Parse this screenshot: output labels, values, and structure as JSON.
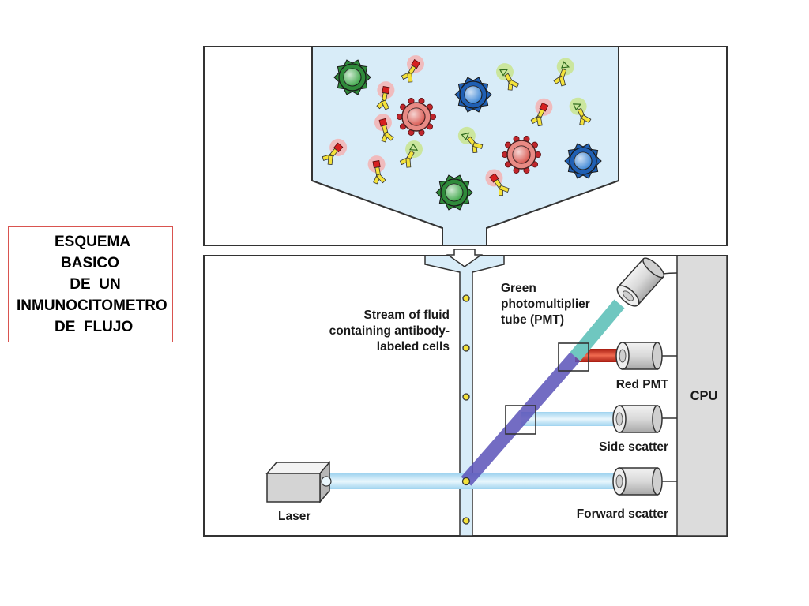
{
  "title_lines": [
    "ESQUEMA",
    "BASICO",
    " DE  UN",
    "INMUNOCITOMETRO",
    "DE  FLUJO"
  ],
  "labels": {
    "stream": [
      "Stream of fluid",
      "containing antibody-",
      "labeled cells"
    ],
    "green_pmt": [
      "Green",
      "photomultiplier",
      "tube (PMT)"
    ],
    "red_pmt": "Red PMT",
    "side_scatter": "Side scatter",
    "forward_scatter": "Forward scatter",
    "laser": "Laser",
    "cpu": "CPU"
  },
  "colors": {
    "fluid": "#d8ecf8",
    "green_cell": "#2f8a3a",
    "blue_cell": "#1f5fb3",
    "red_cell": "#d9564e",
    "antibody": "#f4e23a",
    "red_tag": "#d62020",
    "green_glow": "#c9e58e",
    "red_glow": "#f4b3b3",
    "laser_beam": "#bfe3f6",
    "violet_beam": "#5b52b8",
    "teal_beam": "#6fc7c0",
    "red_beam": "#d8301a",
    "cpu_box": "#dcdcdc"
  },
  "cells": [
    {
      "type": "green"
    },
    {
      "type": "red"
    },
    {
      "type": "blue"
    },
    {
      "type": "red"
    },
    {
      "type": "blue"
    },
    {
      "type": "green"
    }
  ],
  "antibodies": [
    {
      "tag": "red"
    },
    {
      "tag": "green"
    },
    {
      "tag": "green"
    },
    {
      "tag": "red"
    },
    {
      "tag": "green"
    },
    {
      "tag": "red"
    },
    {
      "tag": "green"
    },
    {
      "tag": "red"
    },
    {
      "tag": "red"
    },
    {
      "tag": "green"
    },
    {
      "tag": "red"
    },
    {
      "tag": "red"
    }
  ]
}
